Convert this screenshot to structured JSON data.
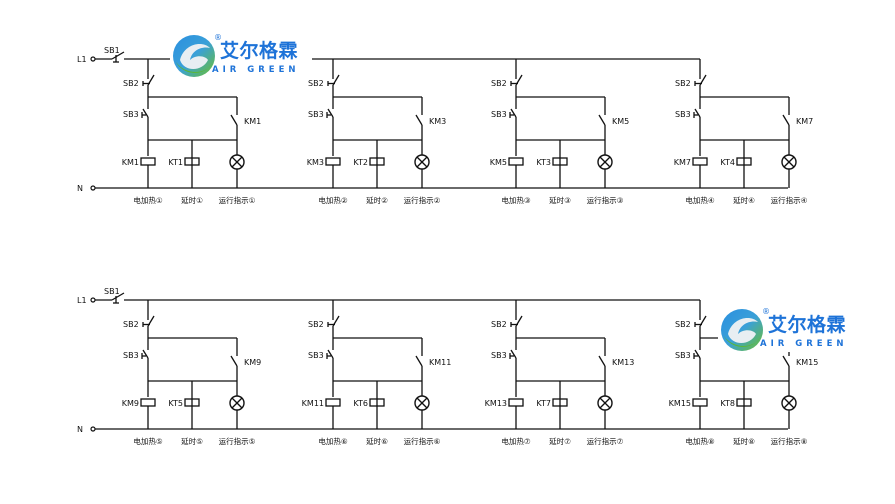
{
  "logo": {
    "cn": "艾尔格霖",
    "en": "AIR GREEN",
    "reg": "®",
    "colors": {
      "blue": "#1e73d8",
      "green": "#5cb82e"
    }
  },
  "rows": [
    {
      "l1": "L1",
      "n": "N",
      "sb1": "SB1",
      "units": [
        {
          "sb2": "SB2",
          "sb3": "SB3",
          "contact": "KM1",
          "coil": "KM1",
          "timer": "KT1",
          "cap_heat": "电加热①",
          "cap_delay": "延时①",
          "cap_run": "运行指示①"
        },
        {
          "sb2": "SB2",
          "sb3": "SB3",
          "contact": "KM3",
          "coil": "KM3",
          "timer": "KT2",
          "cap_heat": "电加热②",
          "cap_delay": "延时②",
          "cap_run": "运行指示②"
        },
        {
          "sb2": "SB2",
          "sb3": "SB3",
          "contact": "KM5",
          "coil": "KM5",
          "timer": "KT3",
          "cap_heat": "电加热③",
          "cap_delay": "延时③",
          "cap_run": "运行指示③"
        },
        {
          "sb2": "SB2",
          "sb3": "SB3",
          "contact": "KM7",
          "coil": "KM7",
          "timer": "KT4",
          "cap_heat": "电加热④",
          "cap_delay": "延时④",
          "cap_run": "运行指示④"
        }
      ]
    },
    {
      "l1": "L1",
      "n": "N",
      "sb1": "SB1",
      "units": [
        {
          "sb2": "SB2",
          "sb3": "SB3",
          "contact": "KM9",
          "coil": "KM9",
          "timer": "KT5",
          "cap_heat": "电加热⑤",
          "cap_delay": "延时⑤",
          "cap_run": "运行指示⑤"
        },
        {
          "sb2": "SB2",
          "sb3": "SB3",
          "contact": "KM11",
          "coil": "KM11",
          "timer": "KT6",
          "cap_heat": "电加热⑥",
          "cap_delay": "延时⑥",
          "cap_run": "运行指示⑥"
        },
        {
          "sb2": "SB2",
          "sb3": "SB3",
          "contact": "KM13",
          "coil": "KM13",
          "timer": "KT7",
          "cap_heat": "电加热⑦",
          "cap_delay": "延时⑦",
          "cap_run": "运行指示⑦"
        },
        {
          "sb2": "SB2",
          "sb3": "SB3",
          "contact": "KM15",
          "coil": "KM15",
          "timer": "KT8",
          "cap_heat": "电加热⑧",
          "cap_delay": "延时⑧",
          "cap_run": "运行指示⑧"
        }
      ]
    }
  ]
}
